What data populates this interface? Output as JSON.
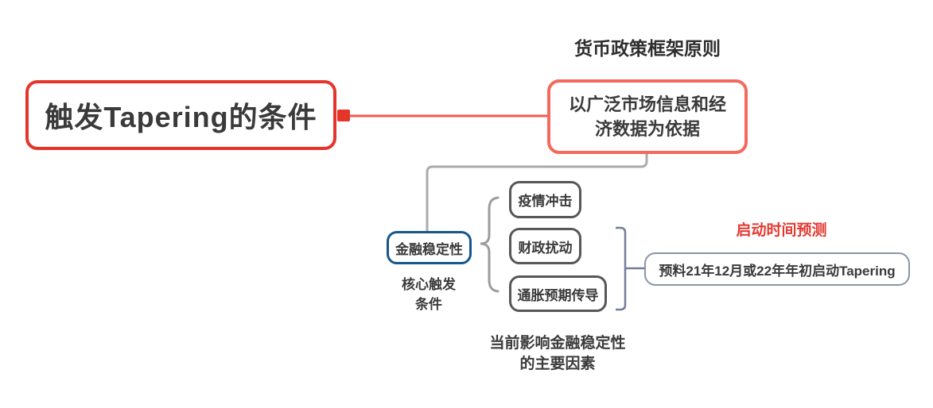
{
  "colors": {
    "root_border": "#e5352b",
    "root_connector": "#f15b4b",
    "principle_border": "#f4695c",
    "branch_connector": "#ababab",
    "brace": "#9c9c9c",
    "stability_border": "#15568c",
    "factor_border": "#57575a",
    "summary_bracket": "#727e96",
    "prediction_border": "#8b95a6",
    "prediction_heading": "#e23b33",
    "text": "#3a3a3a"
  },
  "root": {
    "label": "触发Tapering的条件"
  },
  "principle": {
    "heading": "货币政策框架原则",
    "line1": "以广泛市场信息和经",
    "line2": "济数据为依据"
  },
  "stability": {
    "label": "金融稳定性",
    "caption_line1": "核心触发",
    "caption_line2": "条件"
  },
  "factors": {
    "items": [
      {
        "label": "疫情冲击"
      },
      {
        "label": "财政扰动"
      },
      {
        "label": "通胀预期传导"
      }
    ],
    "caption_line1": "当前影响金融稳定性",
    "caption_line2": "的主要因素"
  },
  "prediction": {
    "heading": "启动时间预测",
    "label": "预料21年12月或22年年初启动Tapering"
  }
}
